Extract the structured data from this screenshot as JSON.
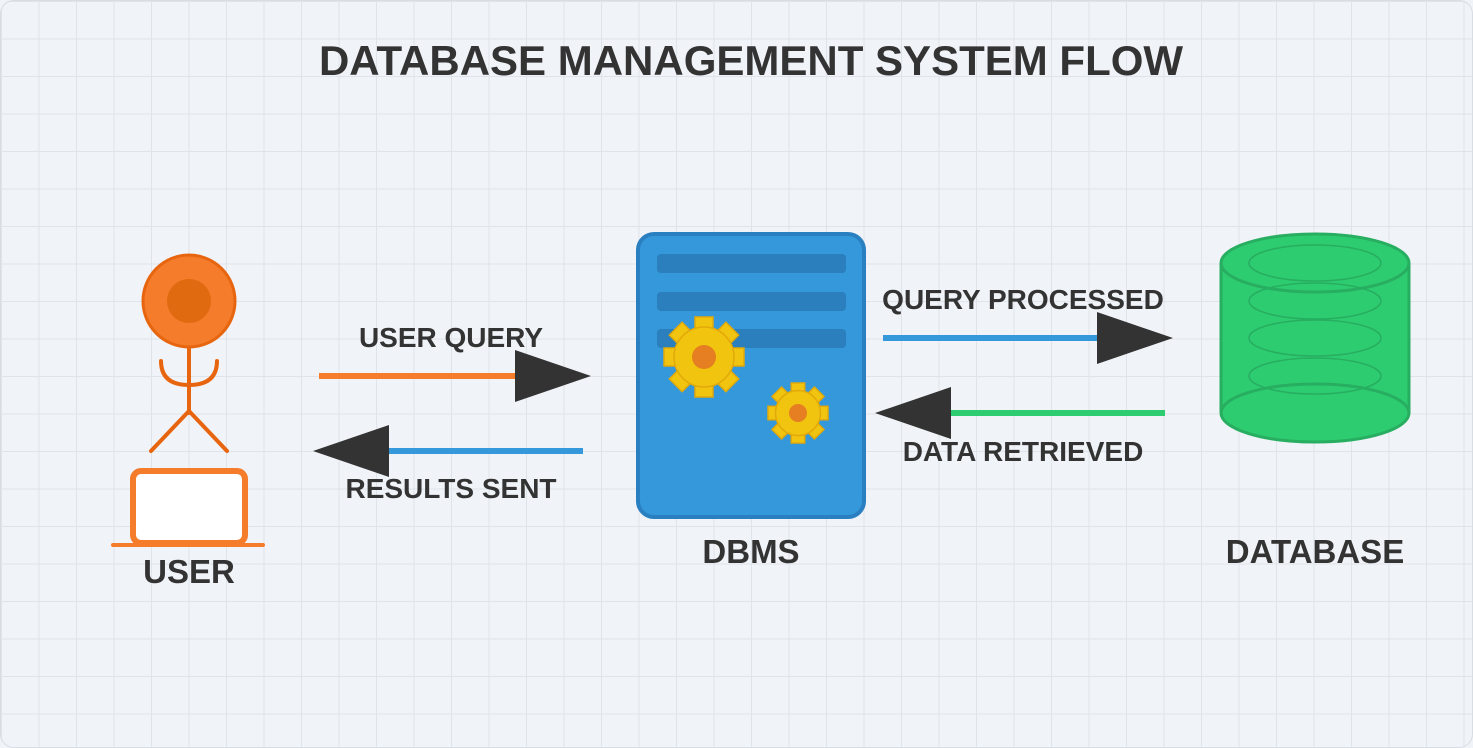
{
  "title": "DATABASE MANAGEMENT SYSTEM FLOW",
  "nodes": {
    "user": {
      "label": "USER",
      "icon": "user-with-laptop-icon",
      "color": "#f47c2a"
    },
    "dbms": {
      "label": "DBMS",
      "icon": "server-with-gears-icon",
      "color": "#3498db"
    },
    "database": {
      "label": "DATABASE",
      "icon": "database-cylinder-icon",
      "color": "#2ecc71"
    }
  },
  "flows": {
    "user_query": {
      "label": "USER QUERY",
      "color": "#f47c2a"
    },
    "results_sent": {
      "label": "RESULTS SENT",
      "color": "#3498db"
    },
    "query_processed": {
      "label": "QUERY PROCESSED",
      "color": "#3498db"
    },
    "data_retrieved": {
      "label": "DATA RETRIEVED",
      "color": "#2ecc71"
    }
  },
  "colors": {
    "arrowhead": "#333333",
    "gear": "#f1c40f",
    "text": "#333333"
  }
}
